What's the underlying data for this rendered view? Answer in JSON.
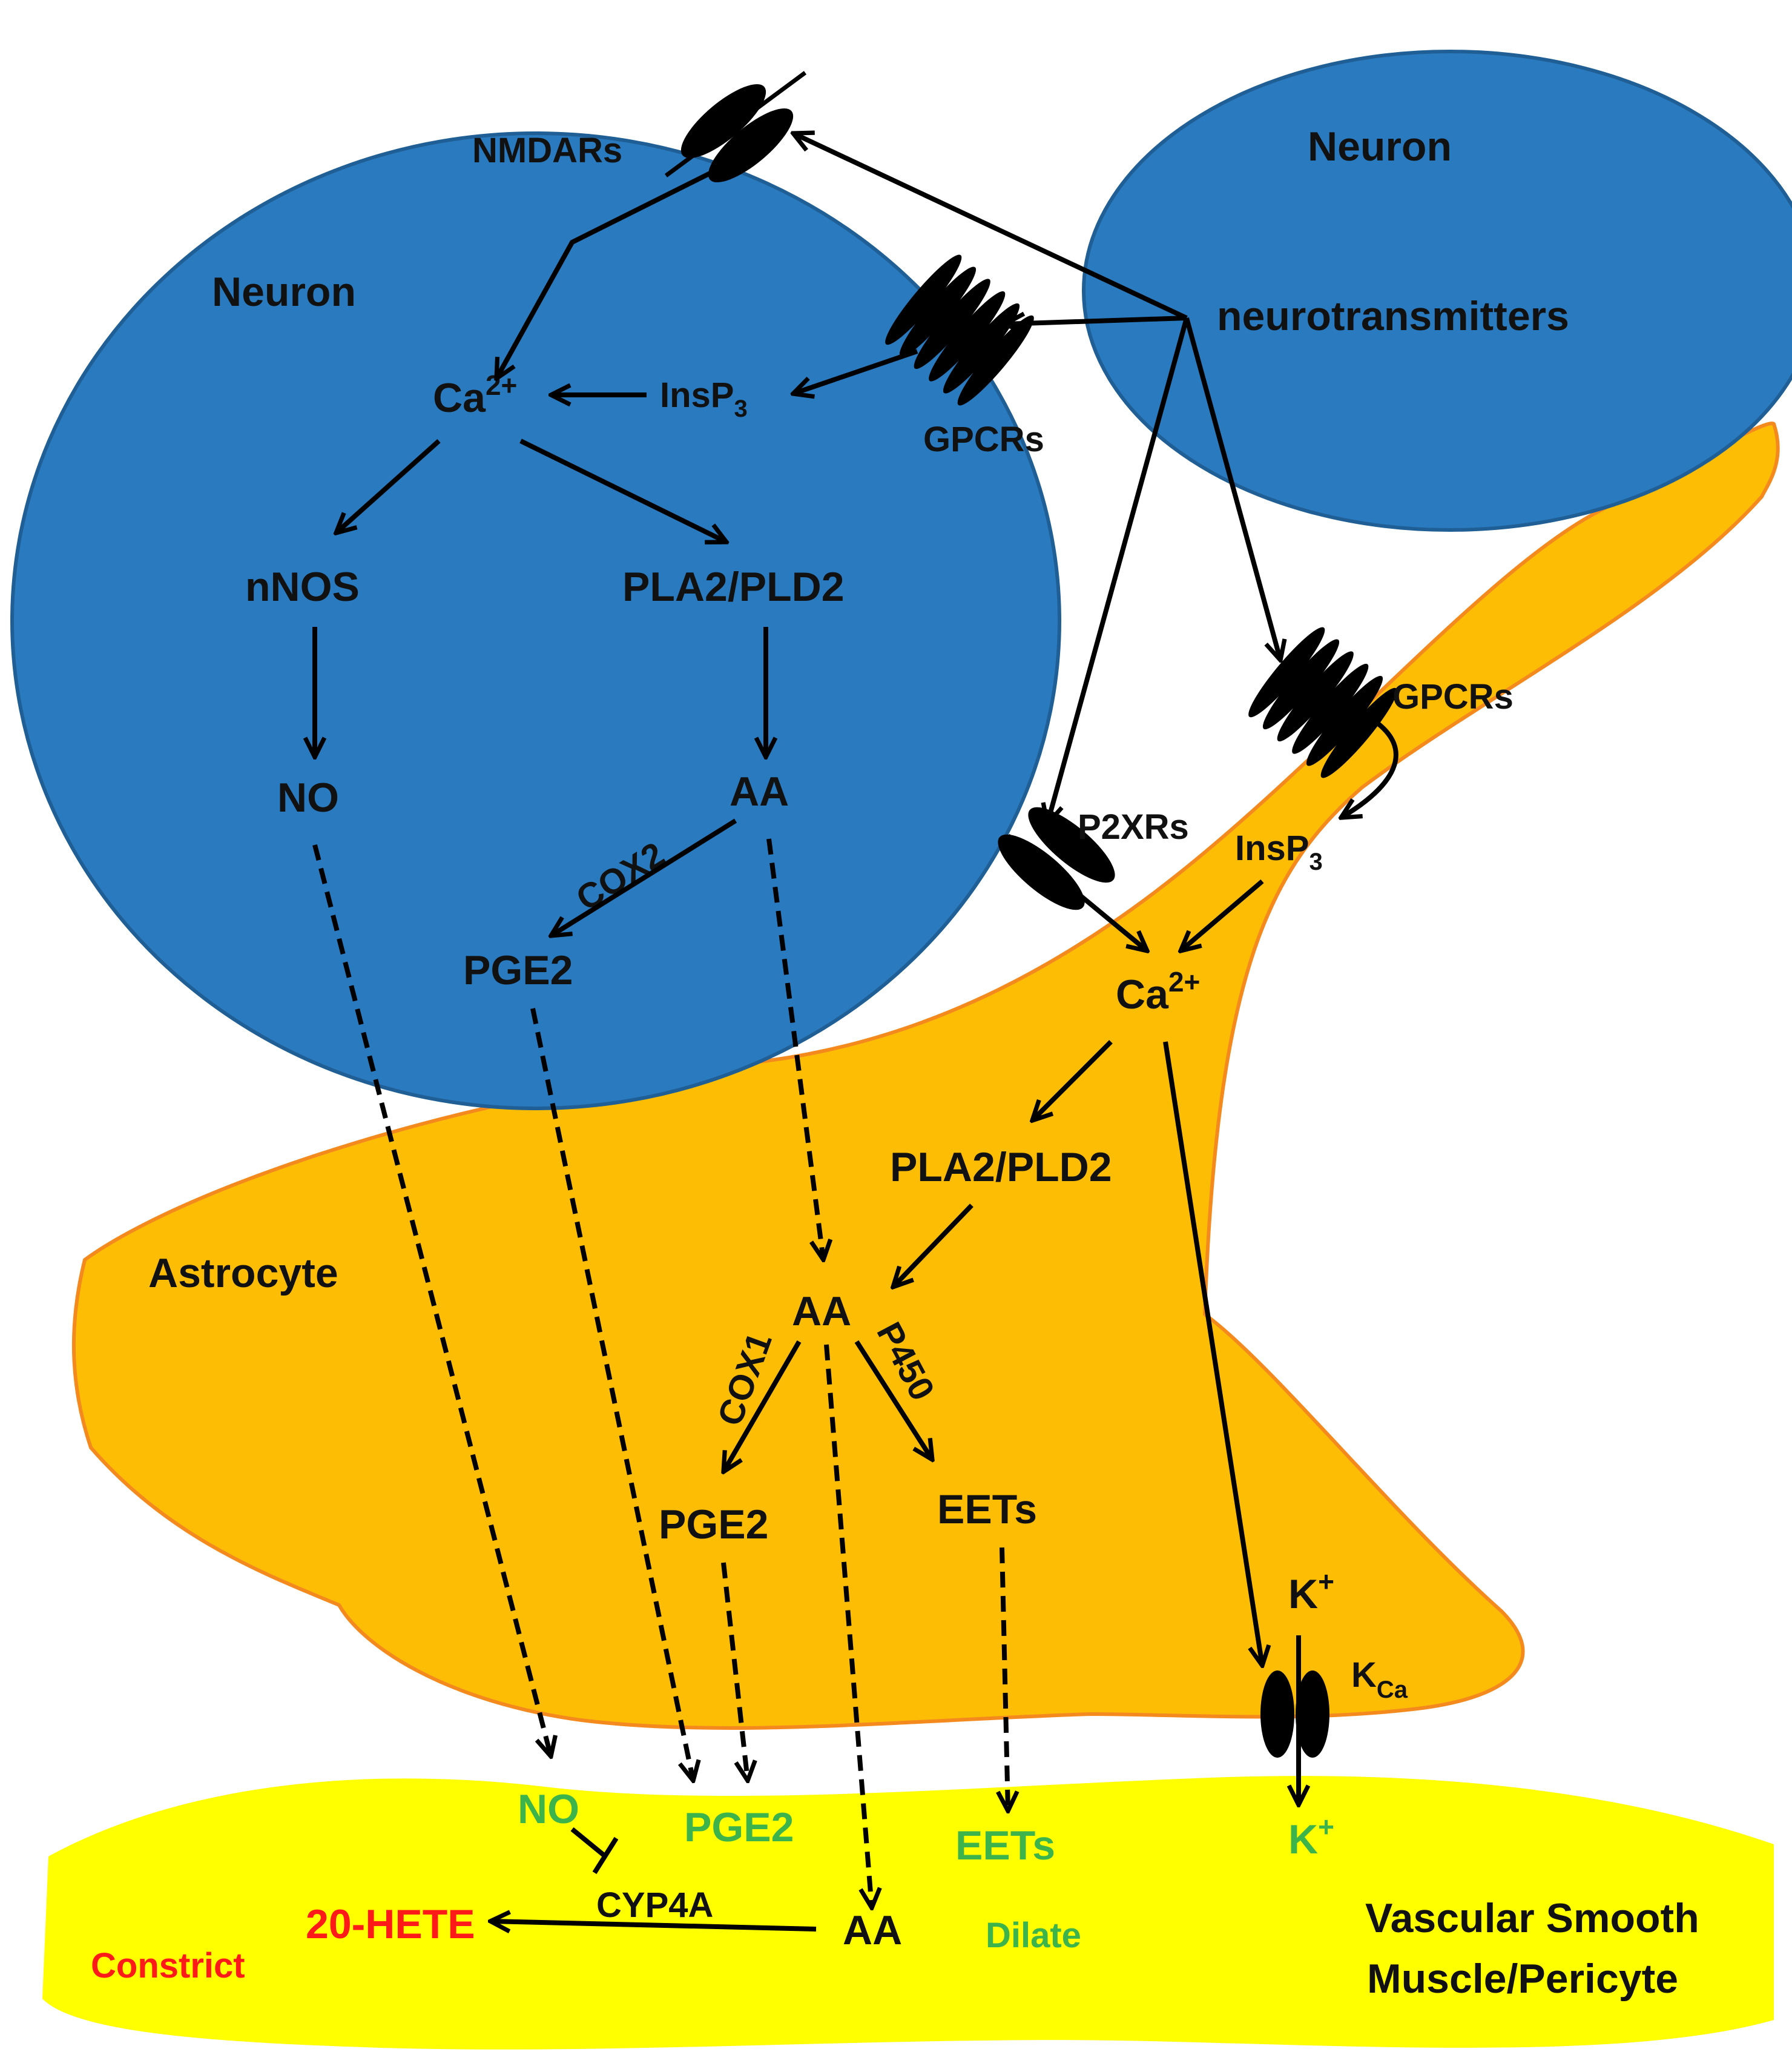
{
  "cells": {
    "neuron_left": "Neuron",
    "neuron_right": "Neuron",
    "astrocyte": "Astrocyte",
    "vsm_line1": "Vascular Smooth",
    "vsm_line2": "Muscle/Pericyte"
  },
  "receptors": {
    "nmdars": "NMDARs",
    "gpcrs_neuron": "GPCRs",
    "gpcrs_astro": "GPCRs",
    "p2xrs": "P2XRs",
    "kca": "K",
    "kca_sub": "Ca"
  },
  "neuron_labels": {
    "neurotransmitters": "neurotransmitters",
    "ca": "Ca",
    "ca_sup": "2+",
    "insp3": "InsP",
    "insp3_sub": "3",
    "nnos": "nNOS",
    "pla2": "PLA2/PLD2",
    "no": "NO",
    "aa": "AA",
    "cox2": "COX2",
    "pge2": "PGE2"
  },
  "astro_labels": {
    "insp3": "InsP",
    "insp3_sub": "3",
    "ca": "Ca",
    "ca_sup": "2+",
    "pla2": "PLA2/PLD2",
    "aa": "AA",
    "cox1": "COX1",
    "p450": "P450",
    "pge2": "PGE2",
    "eets": "EETs",
    "k": "K",
    "k_sup": "+"
  },
  "vessel_labels": {
    "no": "NO",
    "pge2": "PGE2",
    "eets": "EETs",
    "k": "K",
    "k_sup": "+",
    "cyp4a": "CYP4A",
    "hete": "20-HETE",
    "aa": "AA",
    "constrict": "Constrict",
    "dilate": "Dilate"
  },
  "colors": {
    "neuron": "#2a7abf",
    "neuron_stroke": "#1f5f96",
    "astrocyte": "#fdbd05",
    "astrocyte_stroke": "#f48a1e",
    "vessel": "#ffff00",
    "dilate_green": "#3cb44b",
    "constrict_red": "#ff1a1a"
  }
}
